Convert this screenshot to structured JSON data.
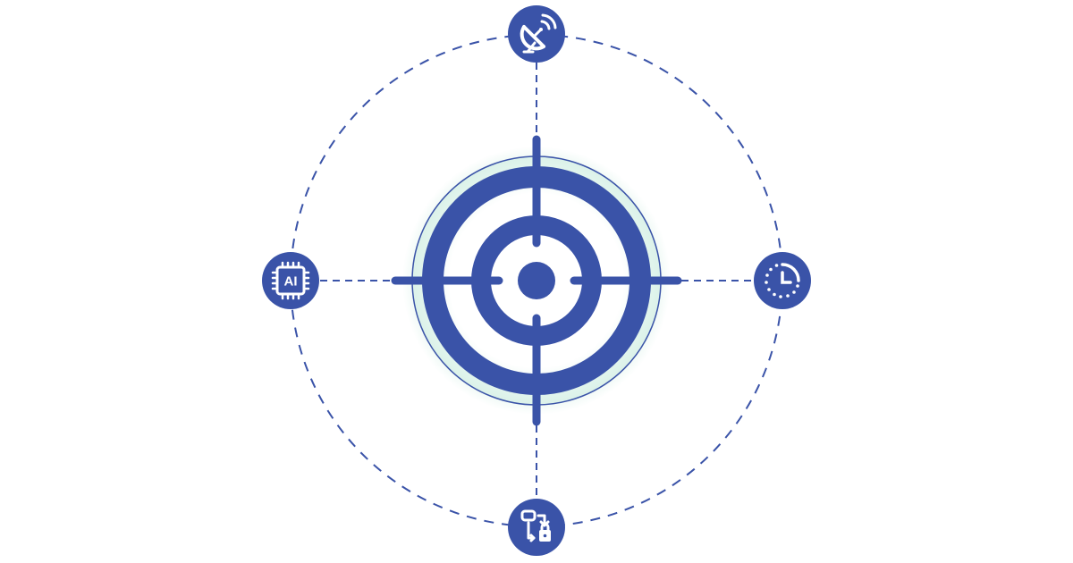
{
  "colors": {
    "primary": "#3a53a8",
    "glow": "#d6f0e6",
    "icon_foreground": "#ffffff",
    "background": "#ffffff"
  },
  "center": {
    "icon": "crosshair-target-icon"
  },
  "orbit": {
    "style": "dashed-circle"
  },
  "nodes": [
    {
      "position": "top",
      "icon": "satellite-dish-icon"
    },
    {
      "position": "right",
      "icon": "clock-history-icon"
    },
    {
      "position": "bottom",
      "icon": "workflow-lock-icon"
    },
    {
      "position": "left",
      "icon": "ai-chip-icon",
      "label": "AI"
    }
  ]
}
